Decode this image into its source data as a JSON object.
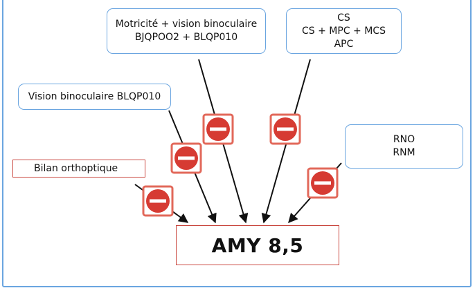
{
  "boxes": {
    "motricite": {
      "line1": "Motricité + vision binoculaire",
      "line2": "BJQPOO2 + BLQP010"
    },
    "cs": {
      "line1": "CS",
      "line2": "CS + MPC + MCS",
      "line3": "APC"
    },
    "vision": {
      "line1": "Vision binoculaire BLQP010"
    },
    "rno": {
      "line1": "RNO",
      "line2": "RNM"
    },
    "bilan": {
      "line1": "Bilan orthoptique"
    },
    "amy": {
      "line1": "AMY 8,5"
    }
  },
  "colors": {
    "frame": "#6aa5e0",
    "box_border_blue": "#6aa5e0",
    "box_border_red": "#c9473f",
    "sign_red": "#d63b33",
    "sign_frame": "#e2685a",
    "arrow": "#111111"
  },
  "icons": [
    "no-entry-sign-icon"
  ]
}
